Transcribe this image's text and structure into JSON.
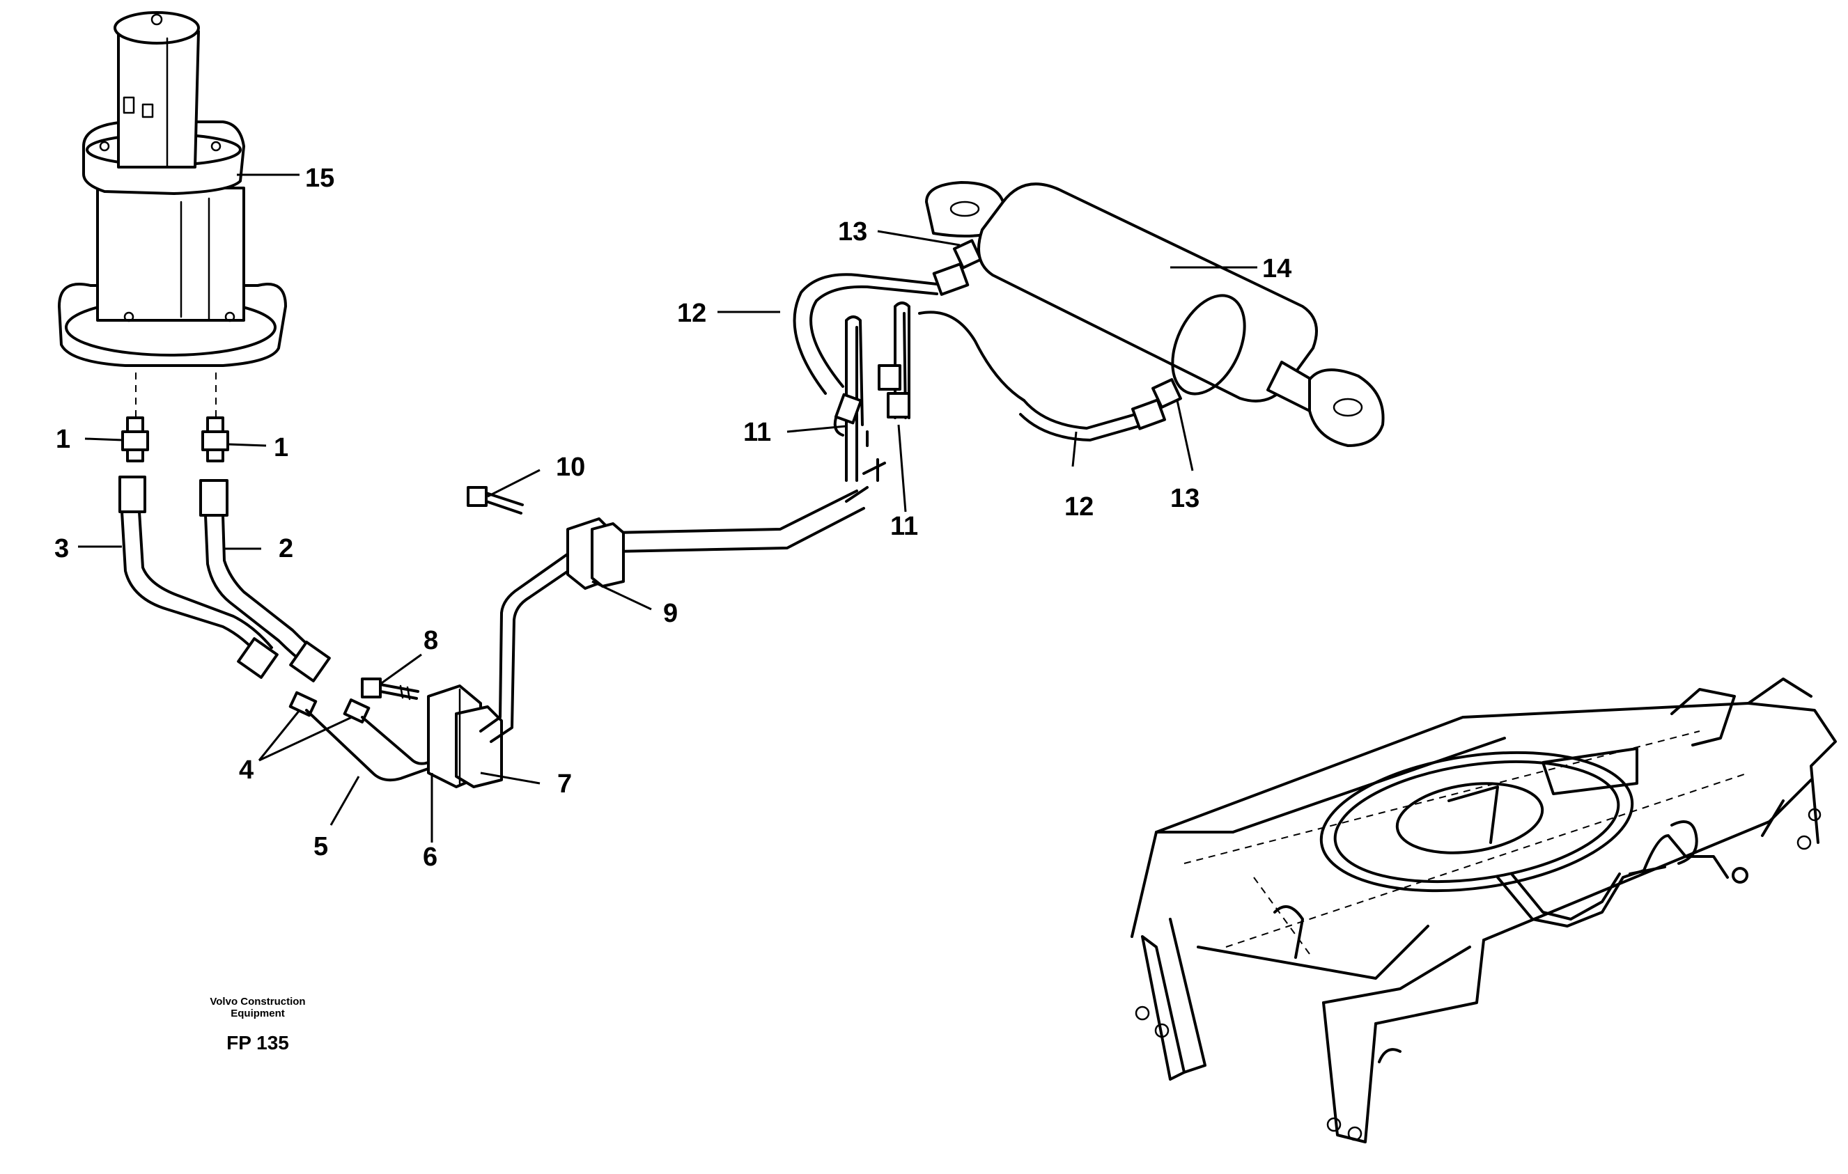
{
  "callouts": {
    "c1a": "1",
    "c1b": "1",
    "c2": "2",
    "c3": "3",
    "c4": "4",
    "c5": "5",
    "c6": "6",
    "c7": "7",
    "c8": "8",
    "c9": "9",
    "c10": "10",
    "c11a": "11",
    "c11b": "11",
    "c12a": "12",
    "c12b": "12",
    "c13a": "13",
    "c13b": "13",
    "c14": "14",
    "c15": "15"
  },
  "footer": {
    "company_line1": "Volvo Construction",
    "company_line2": "Equipment",
    "code": "FP 135"
  }
}
